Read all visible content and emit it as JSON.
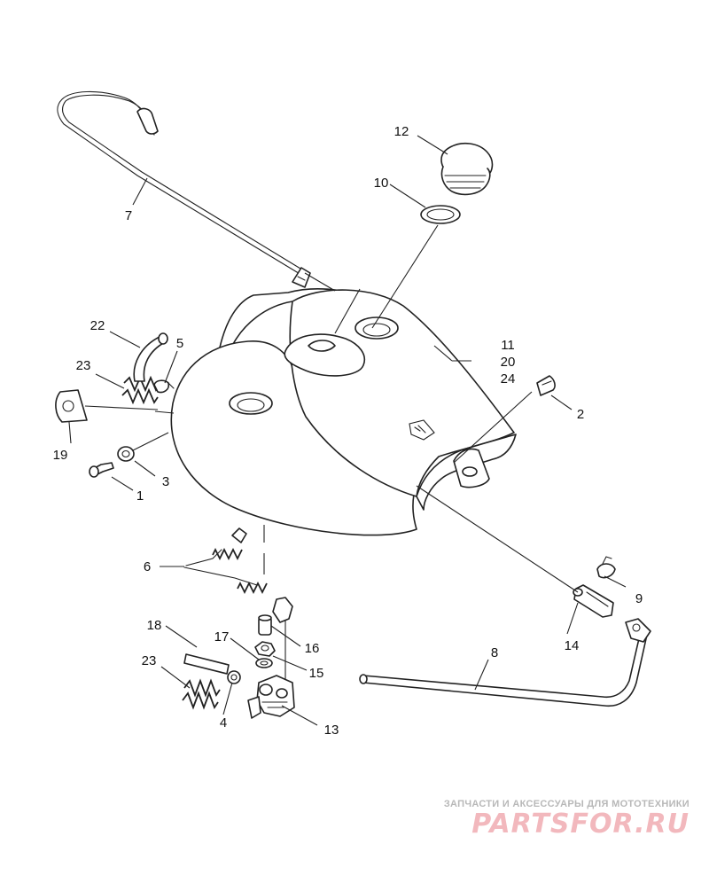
{
  "callouts": {
    "c1": "1",
    "c2": "2",
    "c3": "3",
    "c4": "4",
    "c5": "5",
    "c6": "6",
    "c7": "7",
    "c8": "8",
    "c9": "9",
    "c10": "10",
    "c11": "11",
    "c12": "12",
    "c13": "13",
    "c14": "14",
    "c15": "15",
    "c16": "16",
    "c17": "17",
    "c18": "18",
    "c19": "19",
    "c20": "20",
    "c22": "22",
    "c23a": "23",
    "c23b": "23",
    "c24": "24"
  },
  "watermark": {
    "tagline": "ЗАПЧАСТИ И АКСЕССУАРЫ ДЛЯ МОТОТЕХНИКИ",
    "logo": "PARTSFOR.RU"
  }
}
